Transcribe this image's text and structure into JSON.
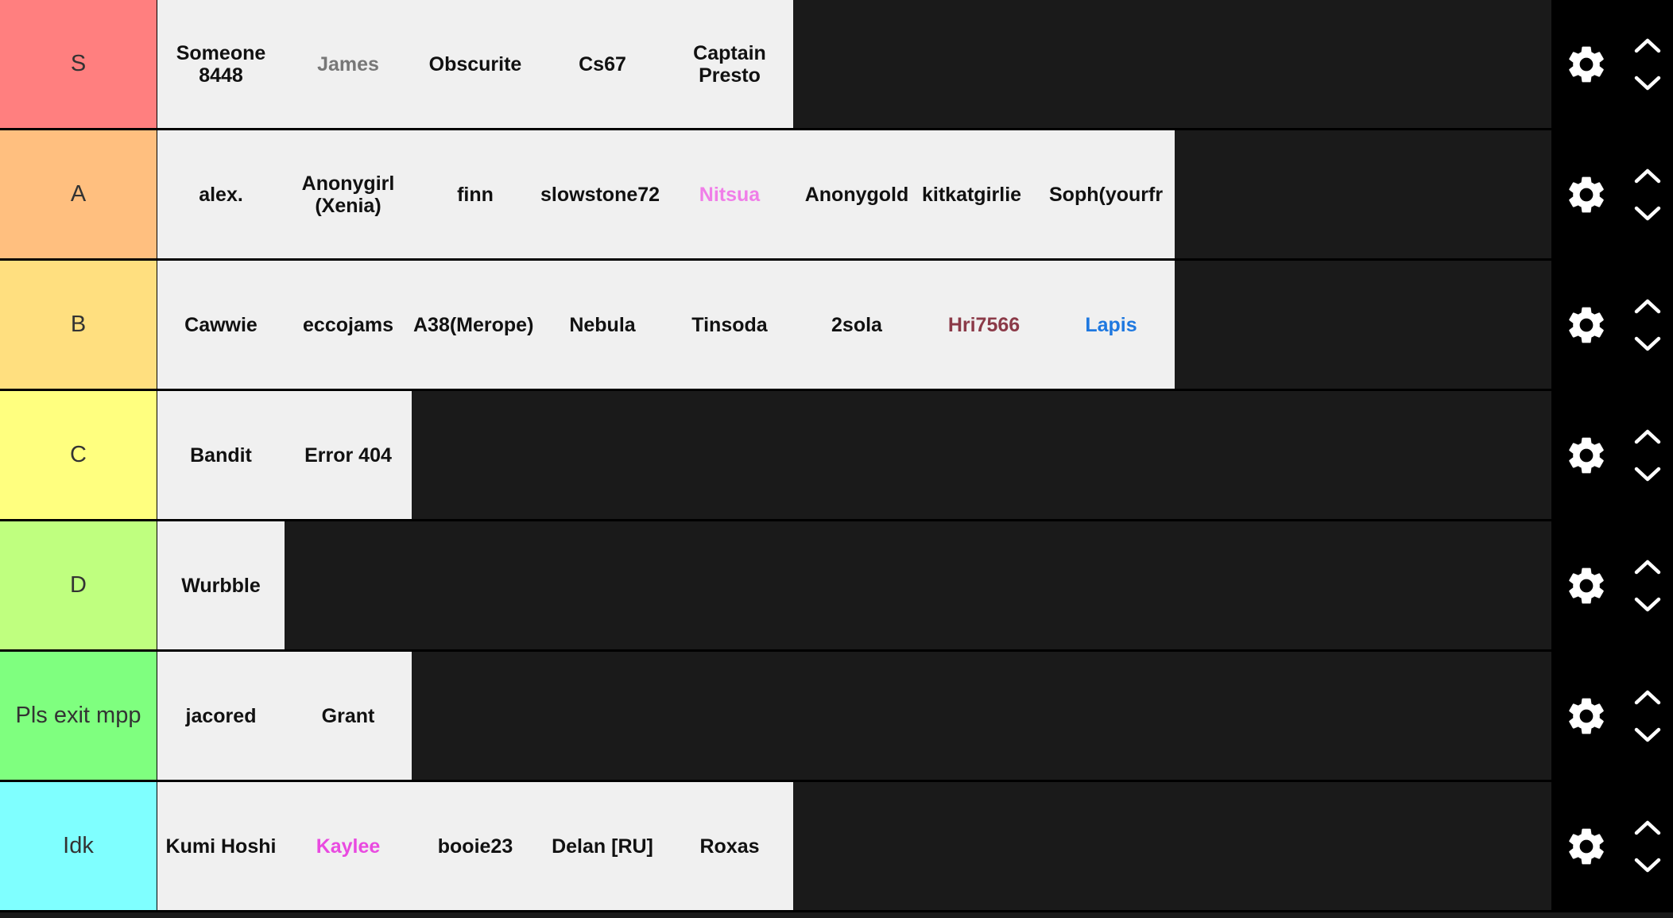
{
  "tiers": [
    {
      "label": "S",
      "color": "#ff7f7f",
      "items": [
        {
          "name": "Someone 8448",
          "color": "#111111"
        },
        {
          "name": "James",
          "color": "#777777"
        },
        {
          "name": "Obscurite",
          "color": "#111111"
        },
        {
          "name": "Cs67",
          "color": "#111111"
        },
        {
          "name": "Captain Presto",
          "color": "#111111"
        }
      ]
    },
    {
      "label": "A",
      "color": "#ffbf7f",
      "items": [
        {
          "name": "alex.",
          "color": "#111111"
        },
        {
          "name": "Anonygirl (Xenia)",
          "color": "#111111"
        },
        {
          "name": "finn",
          "color": "#111111"
        },
        {
          "name": "slowstone72",
          "color": "#111111"
        },
        {
          "name": "Nitsua",
          "color": "#f07ee8"
        },
        {
          "name": "Anonygold",
          "color": "#111111"
        },
        {
          "name": "kitkatgirlie",
          "color": "#111111"
        },
        {
          "name": "Soph(yourfr",
          "color": "#111111"
        }
      ]
    },
    {
      "label": "B",
      "color": "#ffdf7f",
      "items": [
        {
          "name": "Cawwie",
          "color": "#111111"
        },
        {
          "name": "eccojams",
          "color": "#111111"
        },
        {
          "name": "A38(Merope)",
          "color": "#111111"
        },
        {
          "name": "Nebula",
          "color": "#111111"
        },
        {
          "name": "Tinsoda",
          "color": "#111111"
        },
        {
          "name": "2sola",
          "color": "#111111"
        },
        {
          "name": "Hri7566",
          "color": "#8b3a48"
        },
        {
          "name": "Lapis",
          "color": "#1e78e0"
        }
      ]
    },
    {
      "label": "C",
      "color": "#ffff7f",
      "items": [
        {
          "name": "Bandit",
          "color": "#111111"
        },
        {
          "name": "Error 404",
          "color": "#111111"
        }
      ]
    },
    {
      "label": "D",
      "color": "#bfff7f",
      "items": [
        {
          "name": "Wurbble",
          "color": "#111111"
        }
      ]
    },
    {
      "label": "Pls exit mpp",
      "color": "#7fff7f",
      "items": [
        {
          "name": "jacored",
          "color": "#111111"
        },
        {
          "name": "Grant",
          "color": "#111111"
        }
      ]
    },
    {
      "label": "Idk",
      "color": "#7fffff",
      "items": [
        {
          "name": "Kumi Hoshi",
          "color": "#111111"
        },
        {
          "name": "Kaylee",
          "color": "#e94ae0"
        },
        {
          "name": "booie23",
          "color": "#111111"
        },
        {
          "name": "Delan [RU]",
          "color": "#111111"
        },
        {
          "name": "Roxas",
          "color": "#111111"
        }
      ]
    }
  ],
  "controls": {
    "settings_icon": "gear-icon",
    "move_up_icon": "chevron-up-icon",
    "move_down_icon": "chevron-down-icon",
    "icon_color": "#ffffff"
  }
}
